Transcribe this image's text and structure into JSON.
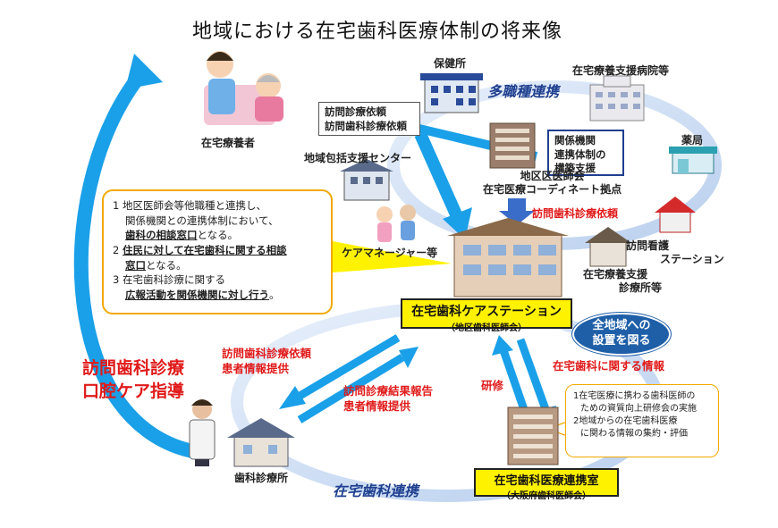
{
  "title": "地域における在宅歯科医療体制の将来像",
  "patient_label": "在宅療養者",
  "hokenjo_label": "保健所",
  "tashokushu_label": "多職種連携",
  "hospital_label": "在宅療養支援病院等",
  "request_box": [
    "訪問診療依頼",
    "訪問歯科診療依頼"
  ],
  "kankei_box": [
    "関係機関",
    "連携体制の",
    "構築支援"
  ],
  "yakkyoku_label": "薬局",
  "chiiki_label": "地域包括支援センター",
  "district_label": [
    "地区区医師会",
    "在宅医療コーディネート拠点"
  ],
  "houmon_shika_irai": "訪問歯科診療依頼",
  "care_manager_label": "ケアマネージャー等",
  "houmon_kango_label": [
    "訪問看護",
    "ステーション"
  ],
  "shien_shinryo_label": [
    "在宅療養支援",
    "診療所等"
  ],
  "info_box": {
    "l1a": "1  地区医師会等他職種と連携し、",
    "l1b": "関係機関との連携体制において、",
    "l1c_u": "歯科の相談窓口",
    "l1c_t": "となる。",
    "l2_n": "2  ",
    "l2_u1": "住民に対して在宅歯科に関する相談",
    "l2_u2": "窓口",
    "l2_t": "となる。",
    "l3a": "3  在宅歯科診療に関する",
    "l3b_u": "広報活動を関係機関に対し行う",
    "l3b_t": "。"
  },
  "care_station": {
    "main": "在宅歯科ケアステーション",
    "sub": "（地区歯科医師会）"
  },
  "setup_oval": [
    "全地域への",
    "設置を図る"
  ],
  "left_red_label": [
    "訪問歯科診療",
    "口腔ケア指導"
  ],
  "request_info_label": [
    "訪問歯科診療依頼",
    "患者情報提供"
  ],
  "result_report_label": [
    "訪問診療結果報告",
    "患者情報提供"
  ],
  "kenshu_label": "研修",
  "shika_joho_label": "在宅歯科に関する情報",
  "research_box": [
    "1在宅医療に携わる歯科医師の",
    "ための資質向上研修会の実施",
    "2地域からの在宅歯科医療",
    "に関わる情報の集約・評価"
  ],
  "clinic_label": "歯科診療所",
  "zaitaku_shika_renkei": "在宅歯科連携",
  "renkei_room": {
    "main": "在宅歯科医療連携室",
    "sub": "（大阪府歯科医師会）"
  },
  "colors": {
    "arrow_blue": "#1aa0e8",
    "ring_blue": "#cfe0f5",
    "box_yellow": "#fff200",
    "red_text": "#e01a1a",
    "oval_blue": "#1f5fa8",
    "info_border": "#f2a900"
  }
}
